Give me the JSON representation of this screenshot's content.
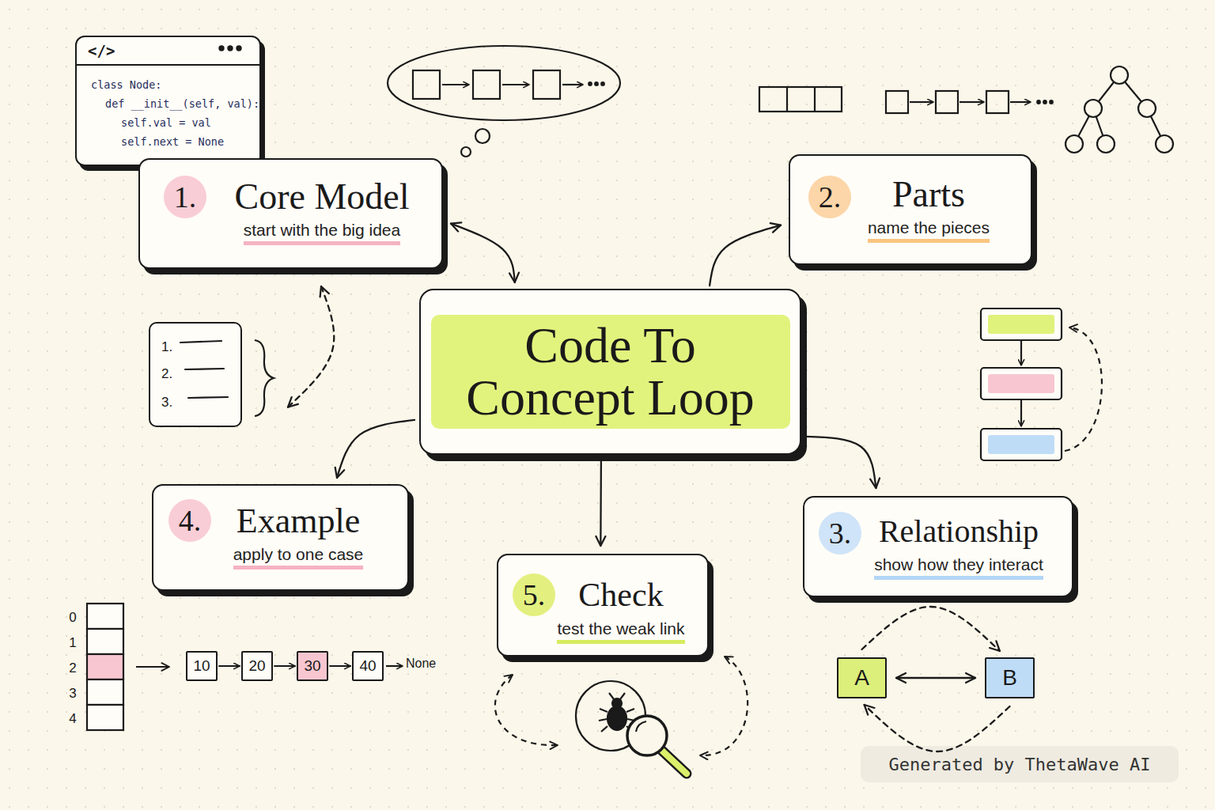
{
  "diagram": {
    "nodes": [
      {
        "text": [
          "</>",
          "class Node:",
          "def __init__(self, val):",
          "self.val = val",
          "self.next = None"
        ]
      },
      {
        "text": [
          "1.",
          "Core Model",
          "start with the big idea"
        ]
      },
      {
        "text": [
          "2.",
          "Parts",
          "name the pieces"
        ]
      },
      {
        "text": [
          "1.",
          "2.",
          "3."
        ]
      },
      {
        "text": [
          "Code To Concept Loop"
        ]
      },
      {
        "text": [
          "4.",
          "Example",
          "apply to one case"
        ]
      },
      {
        "text": [
          "5.",
          "Check",
          "test the weak link"
        ]
      },
      {
        "text": [
          "3.",
          "Relationship",
          "show how they interact"
        ]
      },
      {
        "text": [
          "10"
        ]
      },
      {
        "text": [
          "20"
        ]
      },
      {
        "text": [
          "30"
        ]
      },
      {
        "text": [
          "40"
        ]
      },
      {
        "text": [
          "A"
        ]
      },
      {
        "text": [
          "B"
        ]
      }
    ],
    "edges": [
      {
        "from": 4,
        "to": 1,
        "arrow": "both"
      },
      {
        "from": 4,
        "to": 2,
        "arrow": "to"
      },
      {
        "from": 4,
        "to": 7,
        "arrow": "to"
      },
      {
        "from": 4,
        "to": 5,
        "arrow": "to"
      },
      {
        "from": 4,
        "to": 6,
        "arrow": "to"
      },
      {
        "from": 3,
        "to": 1,
        "arrow": "both"
      },
      {
        "from": 8,
        "to": 9,
        "arrow": "to"
      },
      {
        "from": 9,
        "to": 10,
        "arrow": "to"
      },
      {
        "from": 10,
        "to": 11,
        "arrow": "to"
      },
      {
        "from": 12,
        "to": 13,
        "arrow": "both"
      },
      {
        "from": 12,
        "to": 13,
        "arrow": "to"
      },
      {
        "from": 13,
        "to": 12,
        "arrow": "to"
      }
    ],
    "labels": [
      "0",
      "1",
      "2",
      "3",
      "4",
      "None",
      "Generated by ThetaWave AI"
    ]
  }
}
